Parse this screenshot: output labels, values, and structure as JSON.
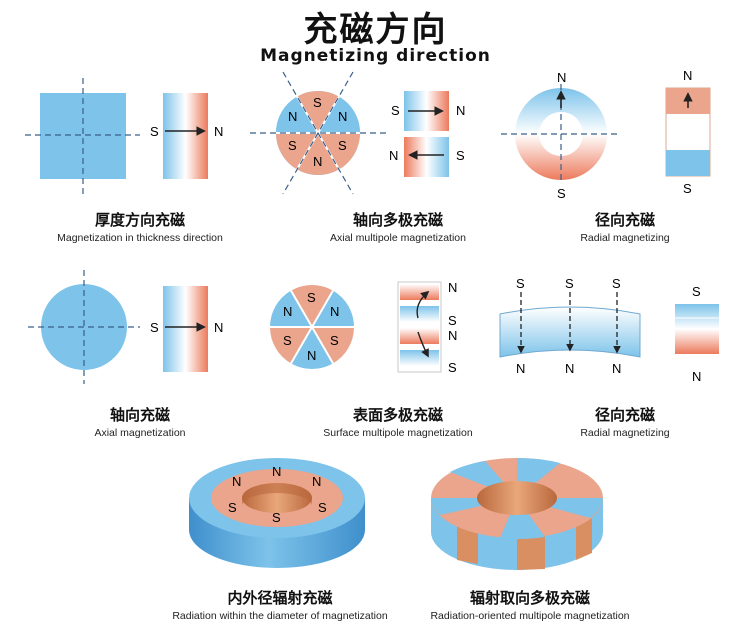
{
  "title": "充磁方向",
  "subtitle": "Magnetizing direction",
  "pole_labels": {
    "north": "N",
    "south": "S"
  },
  "colors": {
    "blue": "#7dc3ea",
    "red": "#ec7a5c",
    "pink": "#eaa58c",
    "copper": "#d98f62"
  },
  "items": [
    {
      "cn": "厚度方向充磁",
      "en": "Magnetization in thickness direction"
    },
    {
      "cn": "轴向多极充磁",
      "en": "Axial multipole magnetization"
    },
    {
      "cn": "径向充磁",
      "en": "Radial magnetizing"
    },
    {
      "cn": "轴向充磁",
      "en": "Axial magnetization"
    },
    {
      "cn": "表面多极充磁",
      "en": "Surface multipole magnetization"
    },
    {
      "cn": "径向充磁",
      "en": "Radial magnetizing"
    },
    {
      "cn": "内外径辐射充磁",
      "en": "Radiation within the diameter of magnetization"
    },
    {
      "cn": "辐射取向多极充磁",
      "en": "Radiation-oriented multipole magnetization"
    }
  ]
}
